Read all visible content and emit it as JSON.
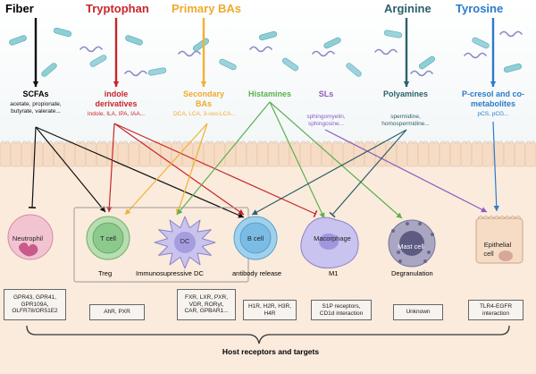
{
  "colors": {
    "fiber": "#111111",
    "tryptophan": "#c8262a",
    "primary_bas": "#f2b134",
    "histamines": "#5bb04f",
    "sls": "#8d5cc2",
    "arginine": "#2c6069",
    "tyrosine": "#2b7bc9",
    "epithelium": "#f6dcc5",
    "lamina": "#fbebdc"
  },
  "sources": {
    "fiber": "Fiber",
    "tryptophan": "Tryptophan",
    "primary_bas": "Primary BAs",
    "arginine": "Arginine",
    "tyrosine": "Tyrosine"
  },
  "metabolites": {
    "scfas": {
      "name": "SCFAs",
      "examples": [
        "acetate, propionate,",
        "butyrate, valerate..."
      ]
    },
    "indole": {
      "name": [
        "indole",
        "derivatives"
      ],
      "examples": [
        "Indole, ILA, IPA, IAA..."
      ]
    },
    "secondary_bas": {
      "name": [
        "Secondary",
        "BAs"
      ],
      "examples": [
        "DCA, LCA, 3-oxo-LCA..."
      ]
    },
    "histamines": {
      "name": "Histamines"
    },
    "sls": {
      "name": "SLs",
      "examples": [
        "sphingomyelin,",
        "sphingosine..."
      ]
    },
    "polyamines": {
      "name": "Polyamines",
      "examples": [
        "spermidine,",
        "homospermidine..."
      ]
    },
    "pcresol": {
      "name": [
        "P-cresol and co-",
        "metabolites"
      ],
      "examples": [
        "pCS, pCG..."
      ]
    }
  },
  "cells": {
    "neutrophil": "Neutrophil",
    "t_cell": "T cell",
    "dc": "DC",
    "b_cell": "B cell",
    "macrophage": "Macorphage",
    "mast_cell": "Mast cell",
    "epithelial": [
      "Epithelial",
      "cell"
    ]
  },
  "outcomes": {
    "treg": "Treg",
    "immunosuppressive_dc": "Immunosupressive DC",
    "antibody_release": "antibody release",
    "m1": "M1",
    "degranulation": "Degranulation"
  },
  "receptors": [
    [
      "GPR43, GPR41,",
      "GPR109A,",
      "OLFR78/OR51E2"
    ],
    [
      "AhR, PXR"
    ],
    [
      "FXR, LXR, PXR,",
      "VDR, RORγt,",
      "CAR, GPBAR1..."
    ],
    [
      "H1R, H2R, H3R,",
      "H4R"
    ],
    [
      "S1P receptors,",
      "CD1d interaction"
    ],
    [
      "Unknown"
    ],
    [
      "TLR4-EGFR",
      "interaction"
    ]
  ],
  "footer": "Host receptors and targets"
}
